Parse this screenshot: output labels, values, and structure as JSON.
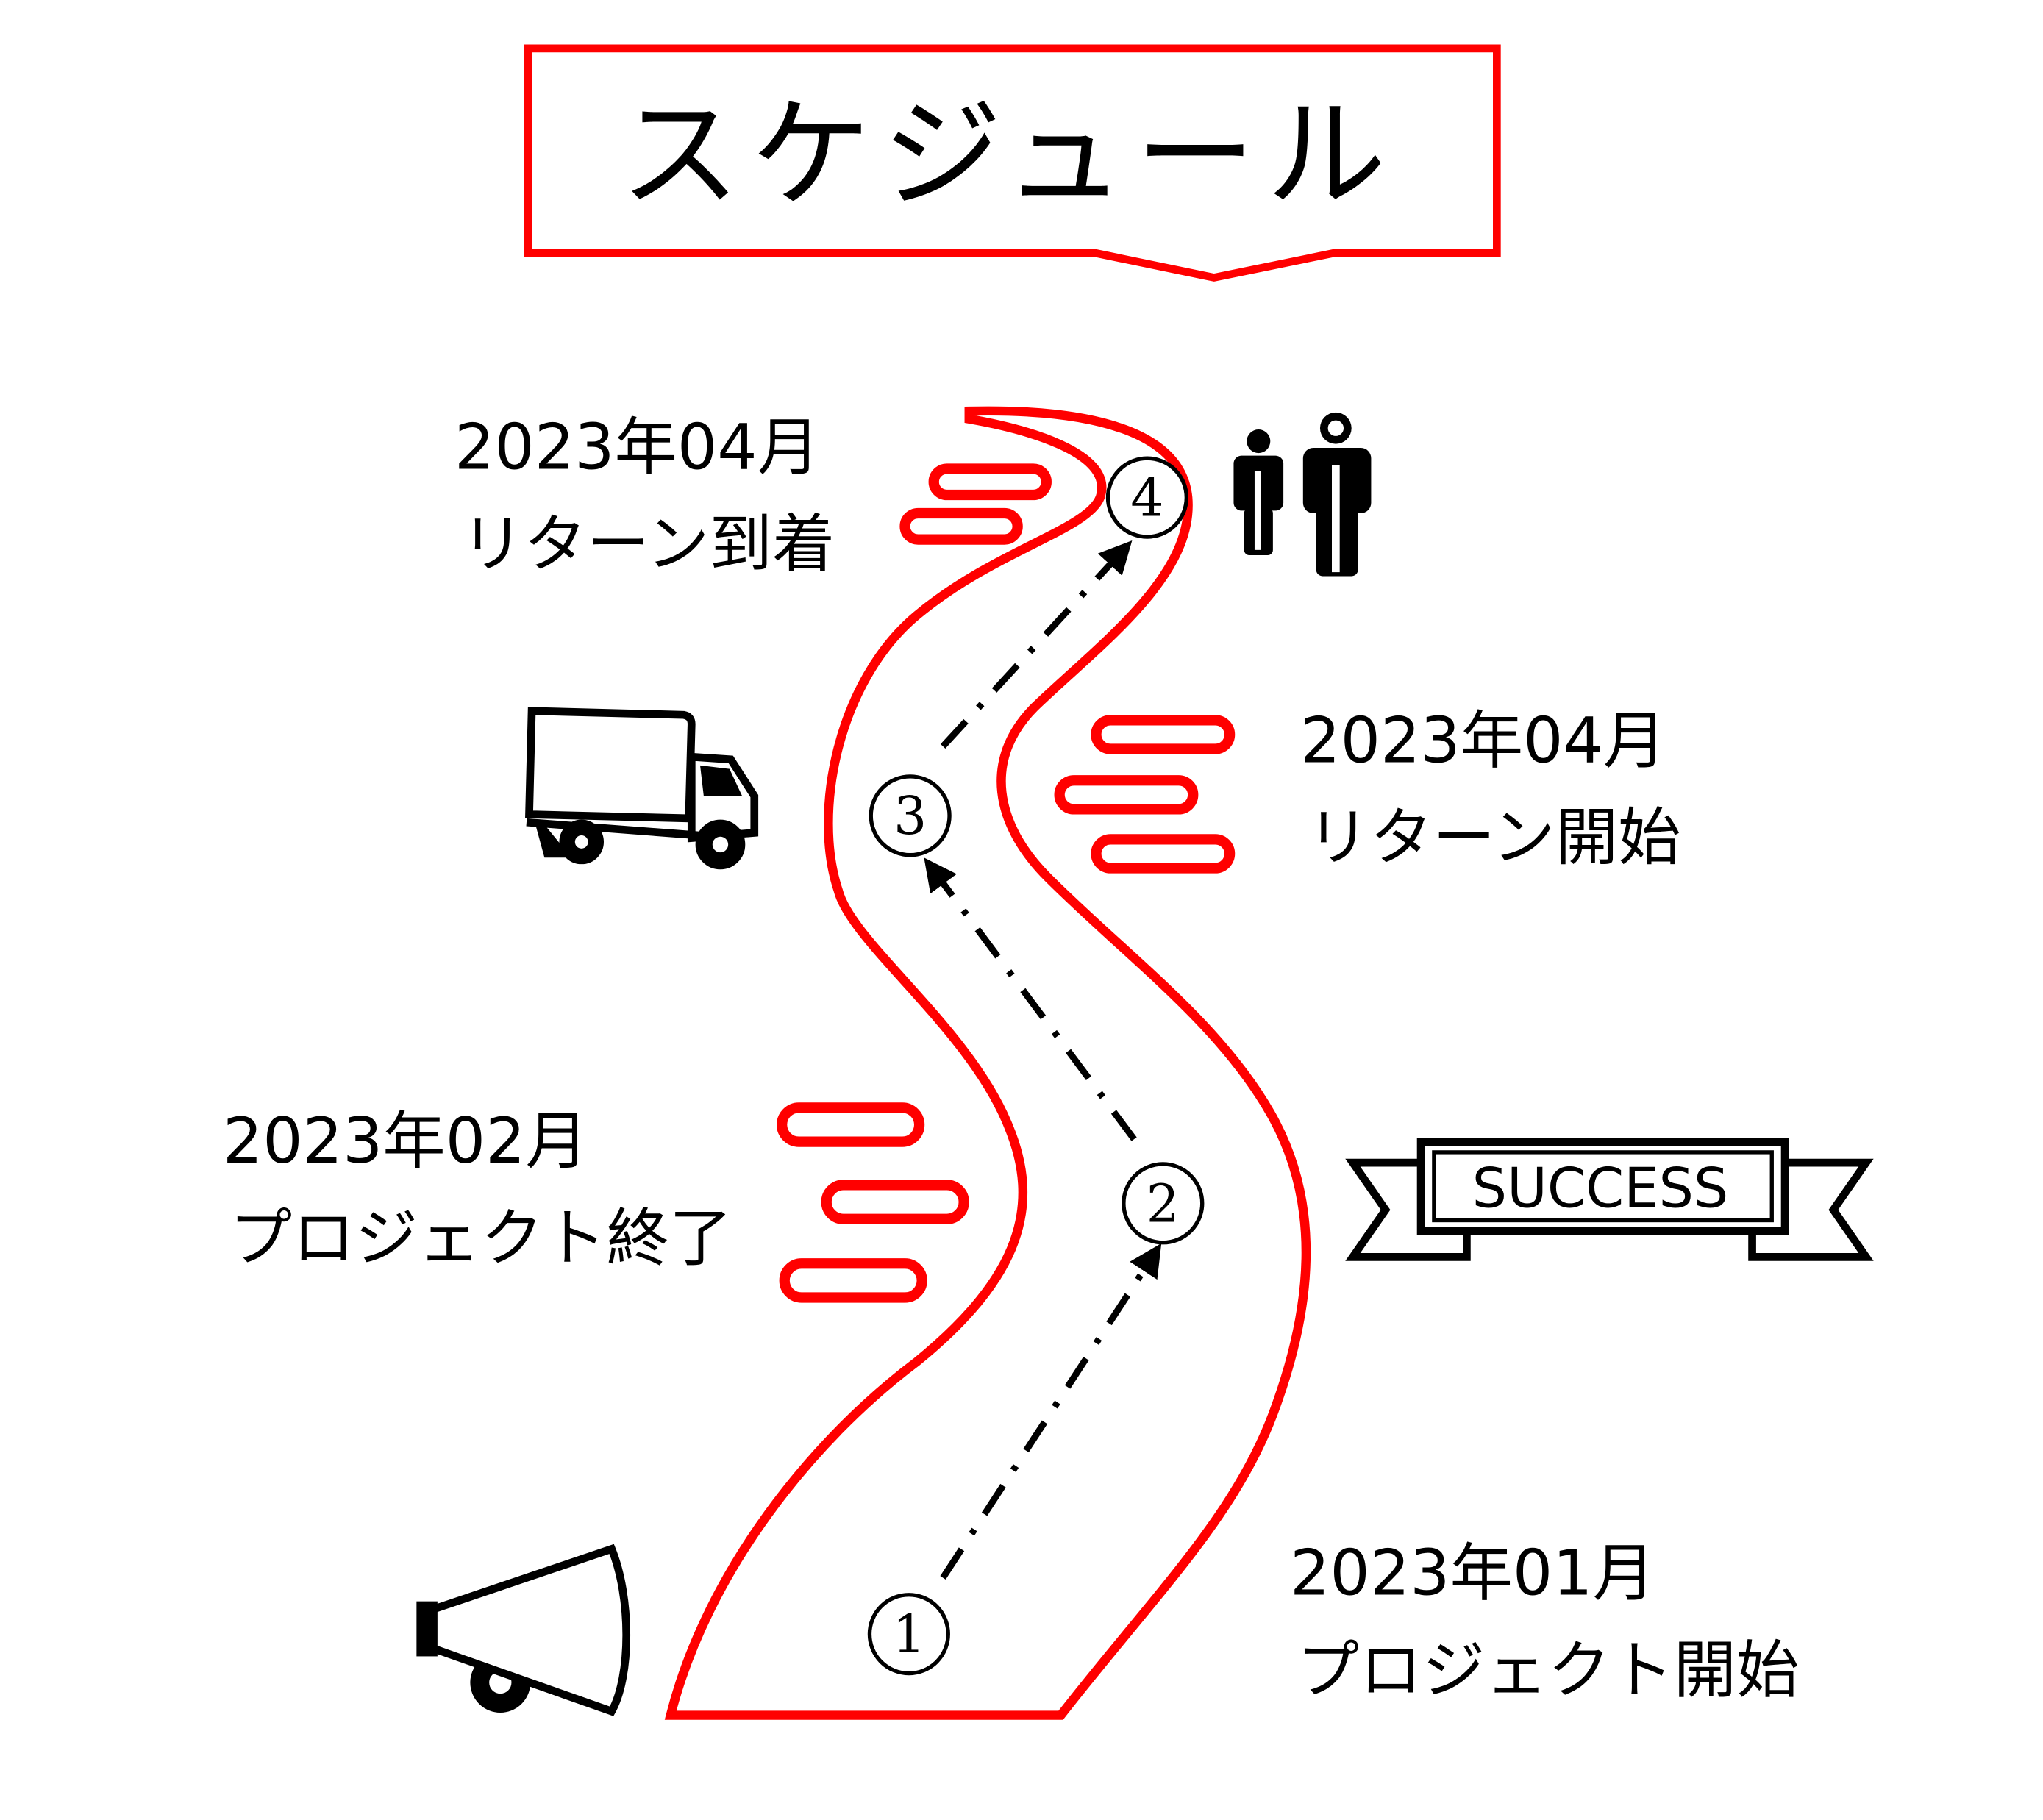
{
  "title": "スケジュール",
  "colors": {
    "accent": "#ff0000",
    "ink": "#000000"
  },
  "milestones": [
    {
      "number": "1",
      "date": "2023年01月",
      "label": "プロジェクト開始",
      "icon": "megaphone-icon"
    },
    {
      "number": "2",
      "date": "2023年02月",
      "label": "プロジェクト終了",
      "icon": "success-banner-icon"
    },
    {
      "number": "3",
      "date": "2023年04月",
      "label": "リターン開始",
      "icon": "truck-icon"
    },
    {
      "number": "4",
      "date": "2023年04月",
      "label": "リターン到着",
      "icon": "people-icon"
    }
  ],
  "banner_text": "SUCCESS"
}
